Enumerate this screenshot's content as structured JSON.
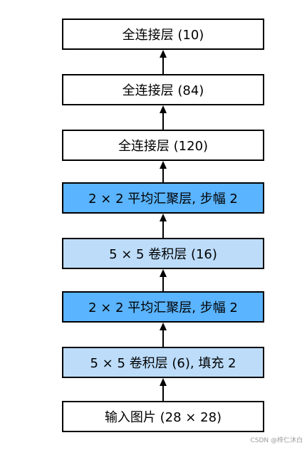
{
  "colors": {
    "white_fill": "#ffffff",
    "pool_fill": "#5ab4ff",
    "conv_fill": "#bcdcfa",
    "border": "#000000",
    "arrow": "#000000"
  },
  "layers": [
    {
      "label": "全连接层 (10)",
      "style": "white"
    },
    {
      "label": "全连接层 (84)",
      "style": "white"
    },
    {
      "label": "全连接层 (120)",
      "style": "white"
    },
    {
      "label": "2 × 2 平均汇聚层, 步幅 2",
      "style": "pool"
    },
    {
      "label": "5 × 5 卷积层 (16)",
      "style": "conv"
    },
    {
      "label": "2 × 2 平均汇聚层, 步幅 2",
      "style": "pool"
    },
    {
      "label": "5 × 5 卷积层 (6), 填充 2",
      "style": "conv"
    },
    {
      "label": "输入图片 (28 × 28)",
      "style": "white"
    }
  ],
  "watermark": "CSDN @梓仁沐白"
}
